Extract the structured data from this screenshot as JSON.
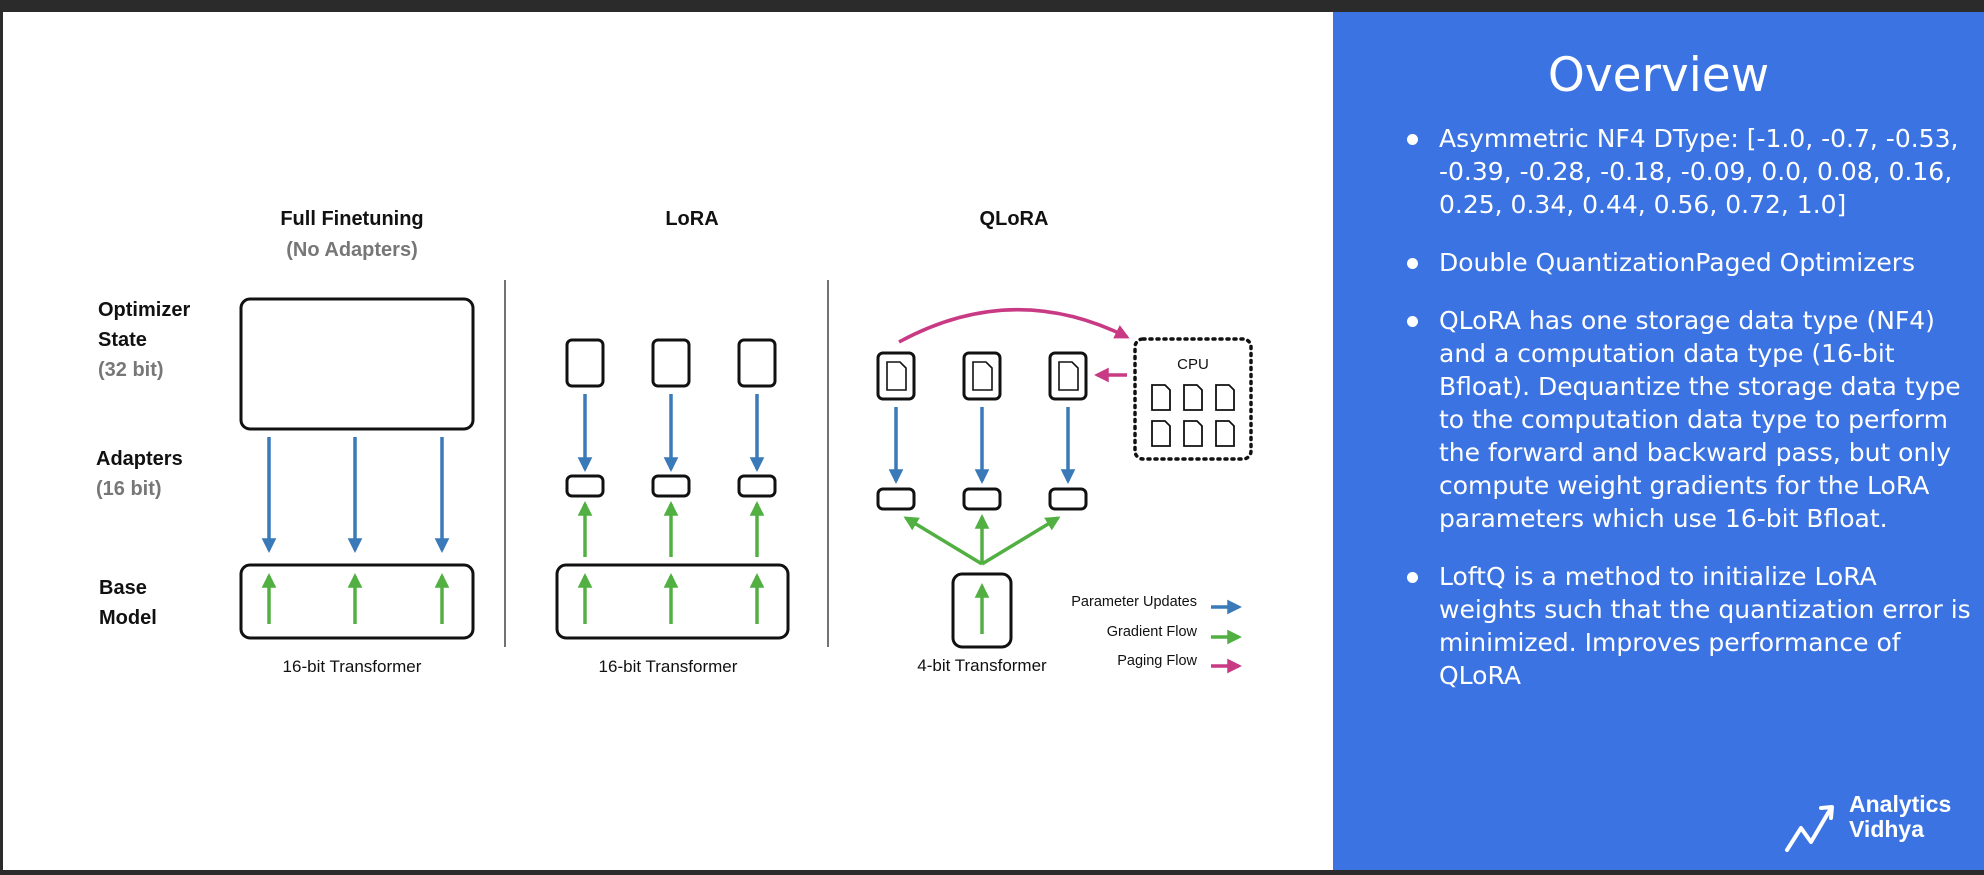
{
  "diagram": {
    "columns": {
      "full": {
        "title": "Full Finetuning",
        "subtitle": "(No Adapters)",
        "footer": "16-bit Transformer"
      },
      "lora": {
        "title": "LoRA",
        "footer": "16-bit Transformer"
      },
      "qlora": {
        "title": "QLoRA",
        "footer": "4-bit Transformer"
      }
    },
    "row_labels": {
      "optimizer": [
        "Optimizer",
        "State",
        "(32 bit)"
      ],
      "adapters": [
        "Adapters",
        "(16 bit)"
      ],
      "base": [
        "Base",
        "Model"
      ]
    },
    "cpu_label": "CPU",
    "legend": [
      {
        "label": "Parameter Updates",
        "color": "#3a7ab8"
      },
      {
        "label": "Gradient Flow",
        "color": "#52b043"
      },
      {
        "label": "Paging Flow",
        "color": "#c93a84"
      }
    ]
  },
  "overview": {
    "title": "Overview",
    "bullets": [
      "Asymmetric NF4 DType: [-1.0, -0.7, -0.53, -0.39, -0.28, -0.18, -0.09, 0.0, 0.08, 0.16, 0.25, 0.34, 0.44, 0.56, 0.72, 1.0]",
      "Double QuantizationPaged Optimizers",
      "QLoRA has one storage data type (NF4) and a computation data type (16-bit Bfloat).  Dequantize the storage data type to the computation data type to perform the forward and backward pass, but only compute weight gradients for the LoRA parameters which use 16-bit Bfloat.",
      "LoftQ is a method to initialize LoRA weights such that the quantization error is minimized. Improves performance of QLoRA"
    ]
  },
  "logo": {
    "line1": "Analytics",
    "line2": "Vidhya"
  }
}
